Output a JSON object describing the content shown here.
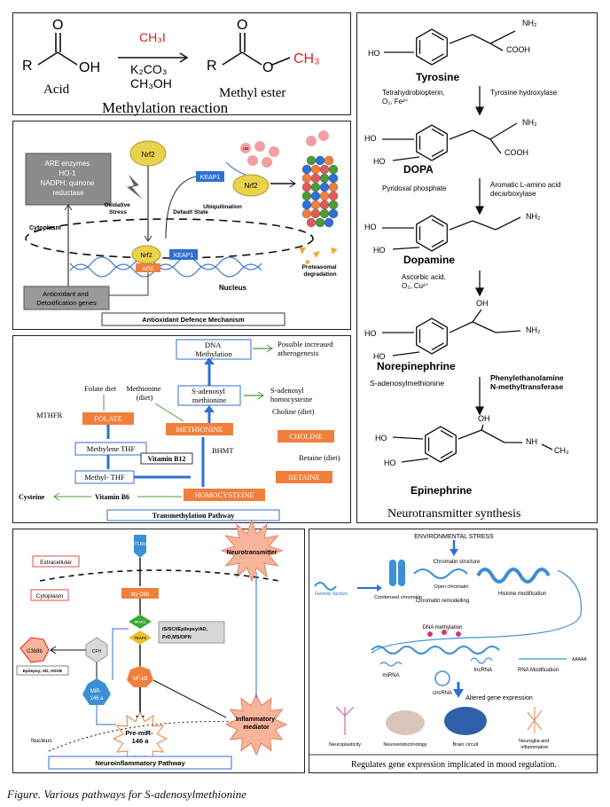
{
  "caption": "Figure. Various pathways for S-adenosylmethionine",
  "methylation": {
    "reagent": "CH₃I",
    "base": "K₂CO₃",
    "solvent": "CH₃OH",
    "acid_label": "Acid",
    "ester_label": "Methyl ester",
    "title": "Methylation reaction",
    "r": "R",
    "oh": "OH",
    "o": "O",
    "ch3": "CH₃"
  },
  "antioxidant": {
    "are_box": [
      "ARE enzymes",
      "HO-1",
      "NADPH: quinone",
      "reductase"
    ],
    "nrf2": "Nrf2",
    "oxidative_stress": [
      "Oxidative",
      "Stress"
    ],
    "keap1": "KEAP1",
    "ub": "UB",
    "ubiquitination": "Ubiquitination",
    "default_state": "Default State",
    "cytoplasm": "Cytoplasm",
    "are": "ARE",
    "nucleus": "Nucleus",
    "genes_box": [
      "Antioxidant and",
      "Detoxification genes"
    ],
    "proteasomal": [
      "Proteasomal",
      "degradation"
    ],
    "title": "Antioxidant Defence Mechanism"
  },
  "transmethylation": {
    "dna_methylation": [
      "DNA",
      "Methylation"
    ],
    "atherogenesis": [
      "Possible increased",
      "atherogenesis"
    ],
    "folate_diet": "Folate diet",
    "methionine_diet": [
      "Methionine",
      "(diet)"
    ],
    "sam": [
      "S-adenosyl",
      "methionine"
    ],
    "sah": [
      "S-adenosyl",
      "homocysteine"
    ],
    "mthfr": "MTHFR",
    "folate": "FOLATE",
    "methionine": "METHIONINE",
    "choline_diet": "Choline (diet)",
    "choline": "CHOLINE",
    "methylene_thf": "Methylene THF",
    "vitamin_b12": "Vitamin B12",
    "bhmt": "BHMT",
    "betaine_diet": "Betaine (diet)",
    "methyl_thf": "Methyl- THF",
    "betaine": "BETAINE",
    "cysteine": "Cysteine",
    "vitamin_b6": "Vitamin B6",
    "homocysteine": "HOMOCYSTEINE",
    "title": "Transmethylation Pathway"
  },
  "neurotransmitter": {
    "compounds": [
      "Tyrosine",
      "DOPA",
      "Dopamine",
      "Norepinephrine",
      "Epinephrine"
    ],
    "step1_left": [
      "Tetrahydrobiopterin,",
      "O₂, Fe²⁺"
    ],
    "step1_right": "Tyrosine hydroxylase",
    "step2_left": "Pyridoxal phosphate",
    "step2_right": [
      "Aromatic L-amino acid",
      "decarboxylase"
    ],
    "step3_left": [
      "Ascorbic acid,",
      "O₂, Cu²⁺"
    ],
    "step4_left": "S-adenosylmethionine",
    "step4_right": [
      "Phenylethanolamine",
      "N-methyltransferase"
    ],
    "nh2": "NH₂",
    "nh": "NH",
    "ho": "HO",
    "oh": "OH",
    "cooh": "COOH",
    "ch3": "CH₃",
    "title": "Neurotransmitter synthesis"
  },
  "neuroinflammatory": {
    "tlrs": "TLRs",
    "neurotransmitter": "Neurotransmitter",
    "extracellular": "Extracellular",
    "cytoplasm": "Cytoplasm",
    "myd88": "My D88",
    "irak1": "IRAK1",
    "traf6": "TRAF6",
    "diseases": [
      "IS/SCI/Epilepsy/AD,",
      "PrD,MS/DPN"
    ],
    "c3b8b": "C3b8b",
    "cfh": "CFH",
    "epilepsy": "Epilepsy, AD, HSVE",
    "nfkb": "NF-kB",
    "mir146a": [
      "MiR-",
      "146 a"
    ],
    "pre_mir": [
      "Pre-miR-",
      "146 a"
    ],
    "inflammatory": [
      "Inflammatory",
      "mediator"
    ],
    "nucleus": "Nucleus",
    "title": "Neuroinflammatory Pathway"
  },
  "mood": {
    "env_stress": "ENVIRONMENTAL STRESS",
    "chromatin_structure": "Chromatin structure",
    "genetic_factors": "Genetic factors",
    "condensed": "Condensed chromatin",
    "open": "Open chromatin",
    "remodelling": "Chromatin remodelling",
    "histone": "Histone modification",
    "dna_methylation": "DNA methylation",
    "mirna": "miRNA",
    "lncrna": "lncRNA",
    "circrna": "circRNA",
    "rna_mod": "RNA Modification",
    "aaaaa": "AAAAA",
    "altered": "Altered gene expression",
    "neuroplasticity": "Neuroplasticity",
    "neuroendocrinology": "Neuroendocrinology",
    "brain_circuit": "Brain circuit",
    "neuroglia": [
      "Neuroglia and",
      "inflammation"
    ],
    "title": "Regulates gene expression implicated in mood regulation."
  },
  "colors": {
    "orange": "#f07f3c",
    "red": "#e02020",
    "blue": "#2f6fd6",
    "green": "#4b9a3a",
    "salmon": "#f8b49a"
  }
}
